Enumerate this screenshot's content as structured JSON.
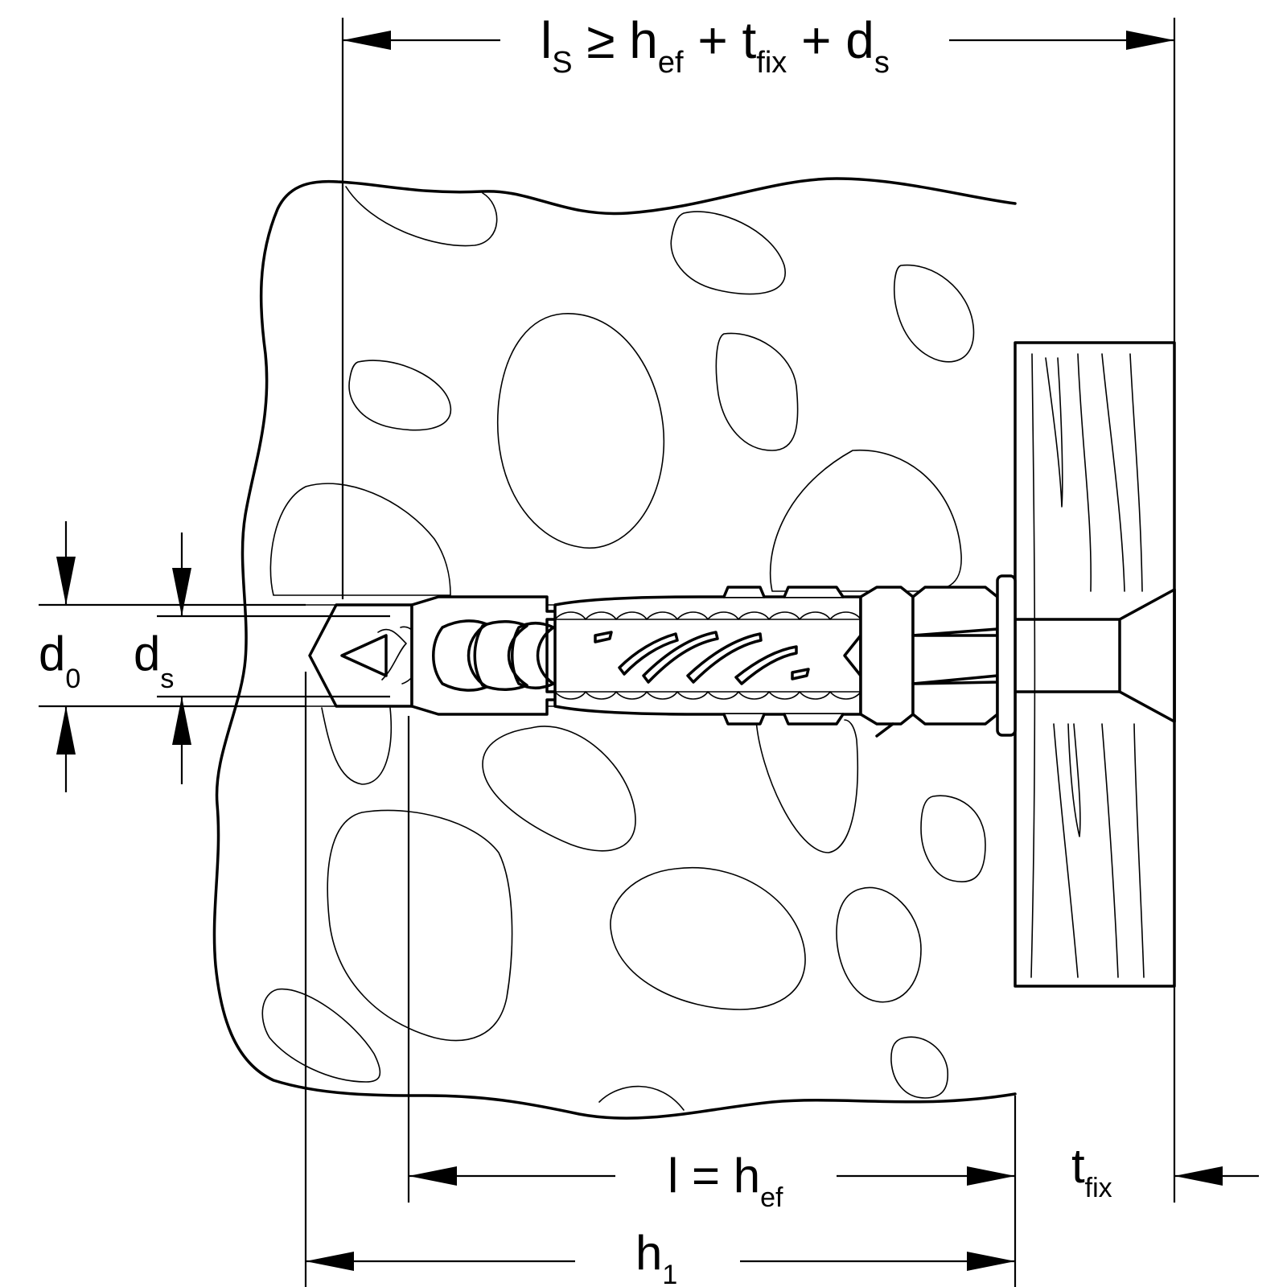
{
  "labels": {
    "ls_formula": {
      "l": "l",
      "s": "S",
      "ge": " ≥ h",
      "ef": "ef",
      "plus1": " + t",
      "fix": "fix",
      "plus2": " + d",
      "ds": "s"
    },
    "l_hef": {
      "l": "l = h",
      "ef": "ef"
    },
    "h1": {
      "h": "h",
      "one": "1"
    },
    "tfix": {
      "t": "t",
      "fix": "fix"
    },
    "d0": {
      "d": "d",
      "zero": "0"
    },
    "ds": {
      "d": "d",
      "s": "s"
    }
  }
}
